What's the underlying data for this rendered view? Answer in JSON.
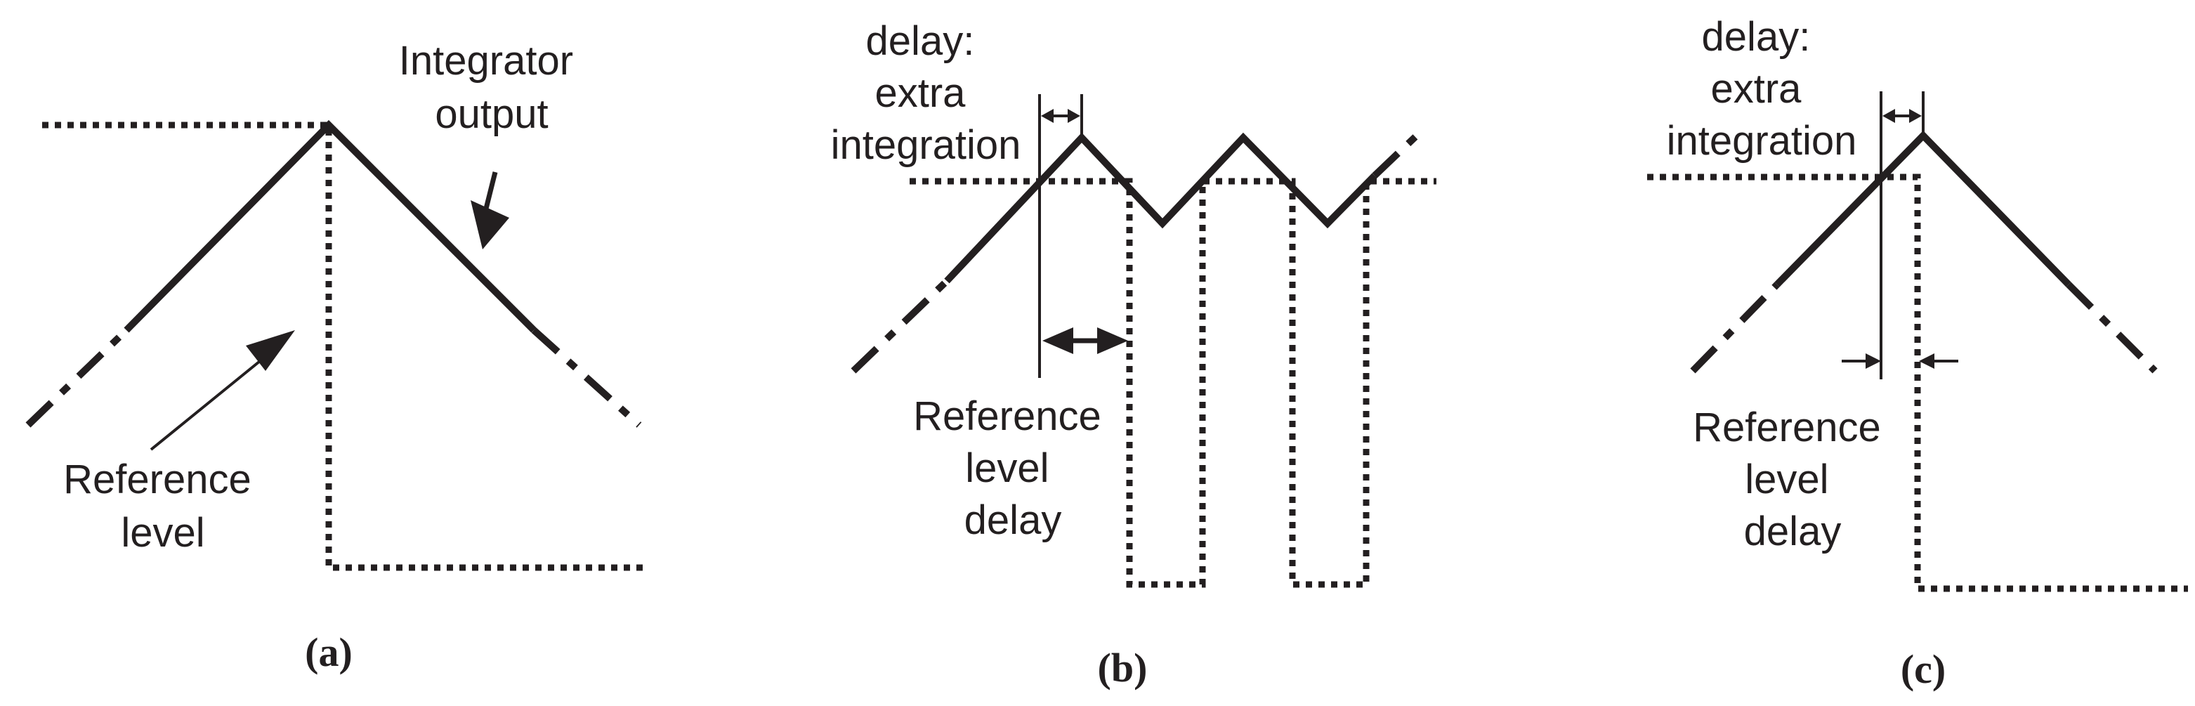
{
  "panels": {
    "a": {
      "caption": "(a)",
      "integrator_label": [
        "Integrator",
        "output"
      ],
      "reference_label": [
        "Reference",
        "level"
      ]
    },
    "b": {
      "caption": "(b)",
      "delay_label": [
        "delay:",
        "extra",
        "integration"
      ],
      "reference_delay_label": [
        "Reference",
        "level",
        "delay"
      ]
    },
    "c": {
      "caption": "(c)",
      "delay_label": [
        "delay:",
        "extra",
        "integration"
      ],
      "reference_delay_label": [
        "Reference",
        "level",
        "delay"
      ]
    }
  }
}
